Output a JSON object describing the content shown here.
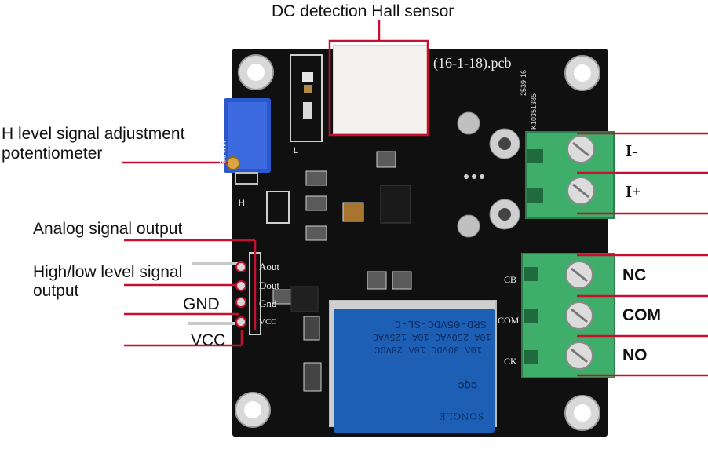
{
  "callouts": {
    "hall_sensor": "DC detection Hall sensor",
    "potentiometer_line1": "H level signal adjustment",
    "potentiometer_line2": "potentiometer",
    "analog_output": "Analog signal output",
    "hl_output_line1": "High/low level signal",
    "hl_output_line2": "output",
    "gnd": "GND",
    "vcc": "VCC"
  },
  "terminals": {
    "i_minus": "I-",
    "i_plus": "I+",
    "nc": "NC",
    "com": "COM",
    "no": "NO"
  },
  "pcb": {
    "file_label": "(16-1-18).pcb",
    "pin_labels": [
      "Aout",
      "Dout",
      "Gnd",
      "VCC"
    ],
    "relay_pads": [
      "CB",
      "COM",
      "CK"
    ],
    "silk_codes": [
      "2539-16",
      "K10351385"
    ],
    "pot_code": "W103",
    "led_mark": "H",
    "jumper_mark": "L"
  },
  "relay": {
    "model": "SRD-05VDC-SL-C",
    "rating1": "10A 250VAC 10A 125VAC",
    "rating2": "10A 30VDC 10A 28VDC",
    "cert": "CQC",
    "brand": "SONGLE"
  },
  "colors": {
    "callout_line": "#c8102e",
    "pcb": "#101010",
    "terminal": "#3fae6a",
    "relay": "#1d5fb5",
    "potentiometer": "#2a57c9",
    "sensor": "#f4f2ee"
  }
}
